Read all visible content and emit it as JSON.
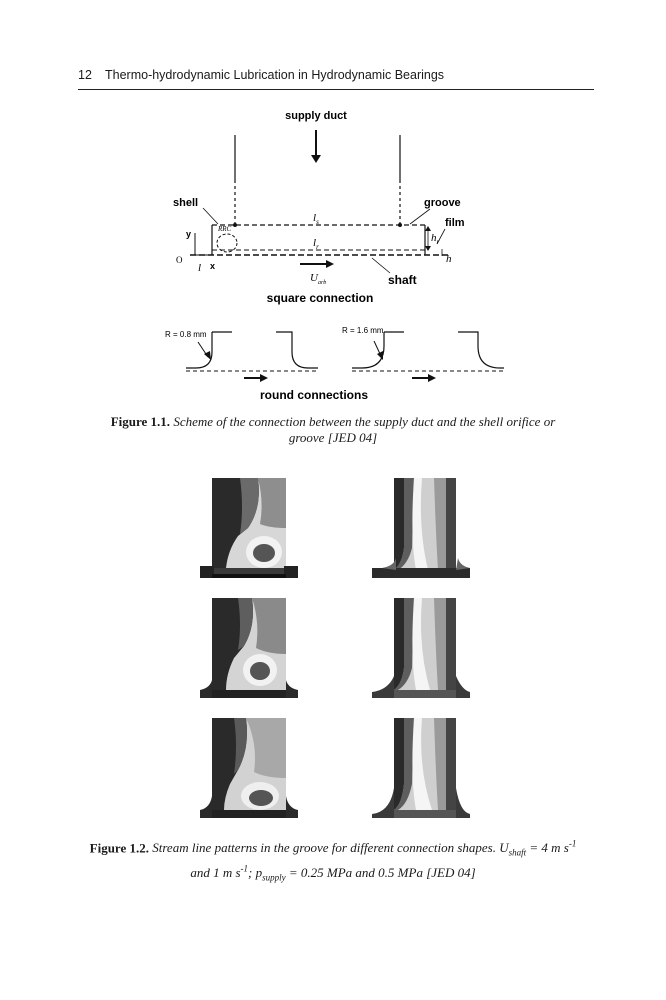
{
  "header": {
    "page_number": "12",
    "running_title": "Thermo-hydrodynamic Lubrication in Hydrodynamic Bearings"
  },
  "figure1": {
    "labels": {
      "supply_duct": "supply duct",
      "shell": "shell",
      "groove": "groove",
      "film": "film",
      "shaft": "shaft",
      "square_connection": "square connection",
      "round_connections": "round connections",
      "radius_small": "R = 0.8 mm",
      "radius_large": "R = 1.6 mm",
      "l_s": "l",
      "l_s_sub": "s",
      "l_r": "l",
      "l_r_sub": "r",
      "l_left": "l",
      "h_r": "h",
      "h_r_sub": "r",
      "h": "h",
      "u_arb": "U",
      "u_arb_sub": "arb",
      "rrc": "RRC",
      "axis_y": "y",
      "axis_x": "x",
      "origin": "O"
    },
    "caption_label": "Figure 1.1.",
    "caption_text": "Scheme of the connection between the supply duct and the shell orifice or groove [JED 04]"
  },
  "figure2": {
    "caption_label": "Figure 1.2.",
    "caption_text_1": "Stream line patterns in the groove for different connection shapes. U",
    "caption_sub_shaft": "shaft",
    "caption_text_2": " = 4 m s",
    "caption_sup_1": "-1",
    "caption_text_3": "and 1 m s",
    "caption_sup_2": "-1",
    "caption_text_4": "; p",
    "caption_sub_supply": "supply",
    "caption_text_5": " = 0.25 MPa and 0.5 MPa [JED 04]"
  }
}
